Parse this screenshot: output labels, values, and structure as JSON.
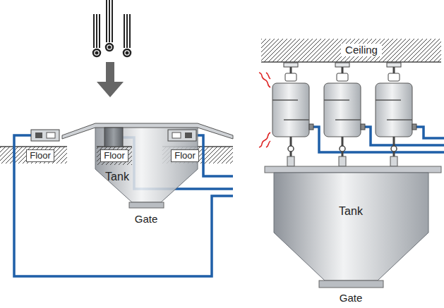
{
  "diagram": {
    "nodes": [
      {
        "text": [
          "Floor"
        ]
      },
      {
        "text": [
          "Tank",
          "Gate"
        ]
      },
      {
        "text": [
          "Floor"
        ],
        "in": 1
      },
      {
        "text": [
          "Floor"
        ]
      },
      {
        "text": [
          "Ceiling"
        ]
      },
      {
        "text": [
          "Tank",
          "Gate"
        ]
      }
    ]
  }
}
